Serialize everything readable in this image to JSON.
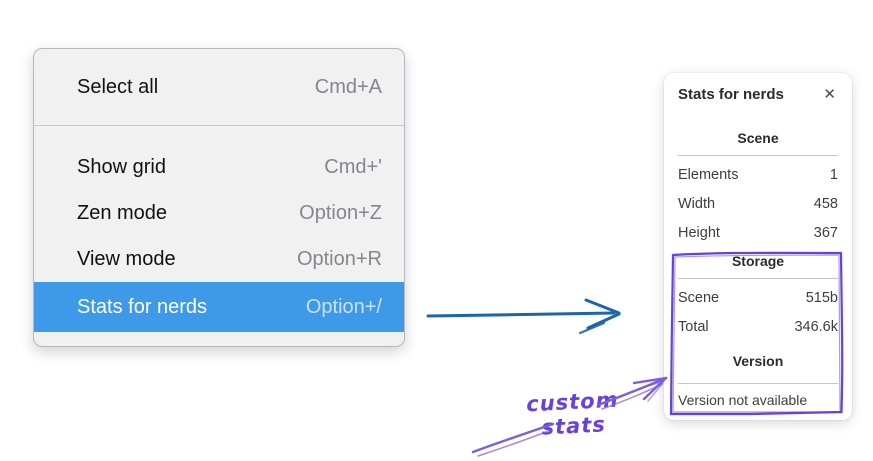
{
  "context_menu": {
    "items": [
      {
        "label": "Select all",
        "shortcut": "Cmd+A",
        "selected": false
      },
      {
        "label": "Show grid",
        "shortcut": "Cmd+'",
        "selected": false
      },
      {
        "label": "Zen mode",
        "shortcut": "Option+Z",
        "selected": false
      },
      {
        "label": "View mode",
        "shortcut": "Option+R",
        "selected": false
      },
      {
        "label": "Stats for nerds",
        "shortcut": "Option+/",
        "selected": true
      }
    ],
    "highlight_color": "#3e9ae8"
  },
  "stats_panel": {
    "title": "Stats for nerds",
    "close_icon": "✕",
    "sections": [
      {
        "heading": "Scene",
        "rows": [
          {
            "label": "Elements",
            "value": "1"
          },
          {
            "label": "Width",
            "value": "458"
          },
          {
            "label": "Height",
            "value": "367"
          }
        ]
      },
      {
        "heading": "Storage",
        "rows": [
          {
            "label": "Scene",
            "value": "515b"
          },
          {
            "label": "Total",
            "value": "346.6k"
          }
        ]
      },
      {
        "heading": "Version",
        "note": "Version not available"
      }
    ]
  },
  "annotation": {
    "label": "custom stats",
    "color": "#6741d9"
  },
  "colors": {
    "menu_background": "#f1f1f2",
    "menu_highlight": "#3e9ae8",
    "flow_arrow_blue": "#1c64ae",
    "annotation_purple": "#6741d9"
  }
}
